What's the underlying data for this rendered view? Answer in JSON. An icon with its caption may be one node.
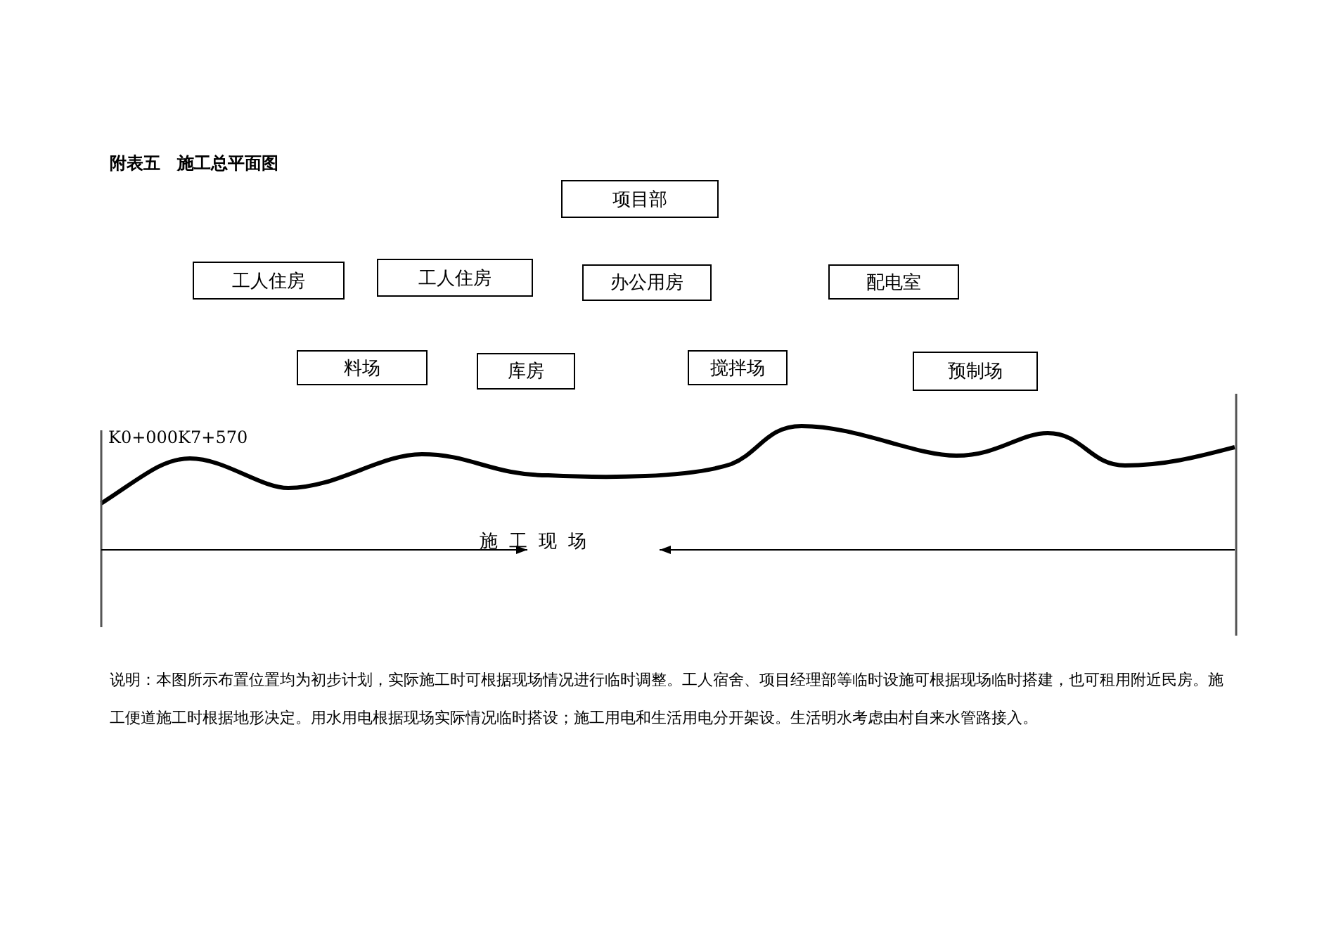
{
  "diagram": {
    "title": "附表五　施工总平面图",
    "nodes": [
      {
        "text": [
          "项目部"
        ]
      },
      {
        "text": [
          "工人住房"
        ]
      },
      {
        "text": [
          "工人住房"
        ]
      },
      {
        "text": [
          "办公用房"
        ]
      },
      {
        "text": [
          "配电室"
        ]
      },
      {
        "text": [
          "料场"
        ]
      },
      {
        "text": [
          "库房"
        ]
      },
      {
        "text": [
          "搅拌场"
        ]
      },
      {
        "text": [
          "预制场"
        ]
      }
    ],
    "labels": [
      "K0+000K7+570",
      "施工现场"
    ],
    "caption": "说明：本图所示布置位置均为初步计划，实际施工时可根据现场情况进行临时调整。工人宿舍、项目经理部等临时设施可根据现场临时搭建，也可租用附近民房。施工便道施工时根据地形决定。用水用电根据现场实际情况临时搭设；施工用电和生活用电分开架设。生活明水考虑由村自来水管路接入。"
  }
}
